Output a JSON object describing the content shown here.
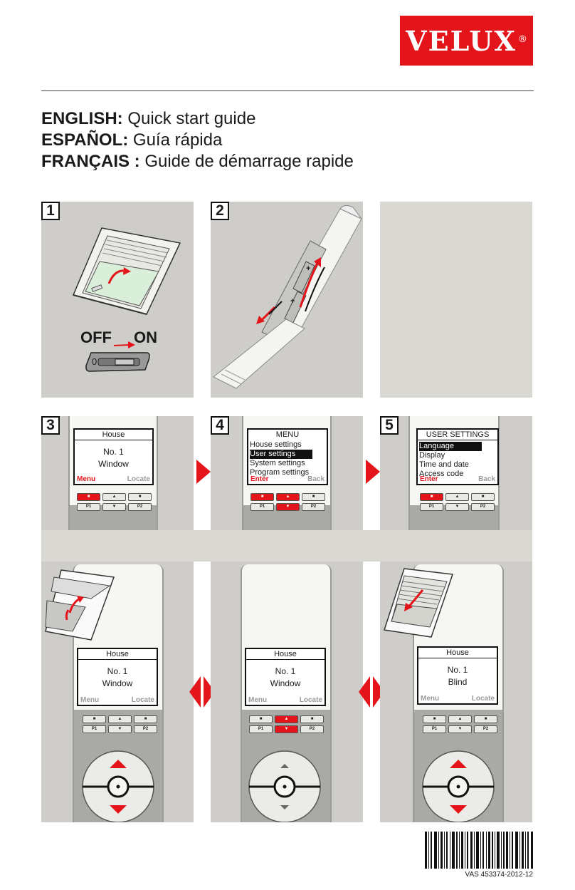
{
  "brand": {
    "name": "VELUX",
    "registered": "®",
    "color": "#e3151a"
  },
  "titles": [
    {
      "lang": "ENGLISH:",
      "text": " Quick start guide"
    },
    {
      "lang": "ESPAÑOL:",
      "text": " Guía rápida"
    },
    {
      "lang": "FRANÇAIS :",
      "text": " Guide de démarrage rapide"
    }
  ],
  "steps": {
    "s1": "1",
    "s2": "2",
    "s3": "3",
    "s4": "4",
    "s5": "5"
  },
  "switch": {
    "off": "OFF",
    "on": "ON",
    "zero": "0"
  },
  "battery": {
    "plus": "+"
  },
  "screen3": {
    "header": "House",
    "line1": "No. 1",
    "line2": "Window",
    "left": "Menu",
    "right": "Locate"
  },
  "screen4": {
    "header": "MENU",
    "items": [
      "House settings",
      "User settings",
      "System settings",
      "Program settings"
    ],
    "selected_index": 1,
    "left": "Enter",
    "right": "Back"
  },
  "screen5": {
    "header": "USER SETTINGS",
    "items": [
      "Language",
      "Display",
      "Time and date",
      "Access code"
    ],
    "selected_index": 0,
    "left": "Enter",
    "right": "Back"
  },
  "screen6": {
    "header": "House",
    "line1": "No. 1",
    "line2": "Window",
    "left": "Menu",
    "right": "Locate"
  },
  "screen7": {
    "header": "House",
    "line1": "No. 1",
    "line2": "Window",
    "left": "Menu",
    "right": "Locate"
  },
  "screen8": {
    "header": "House",
    "line1": "No. 1",
    "line2": "Blind",
    "left": "Menu",
    "right": "Locate"
  },
  "keys": {
    "p1": "P1",
    "p2": "P2",
    "stop": "■",
    "up": "▲",
    "down": "▼"
  },
  "document_code": "VAS 453374-2012-12"
}
